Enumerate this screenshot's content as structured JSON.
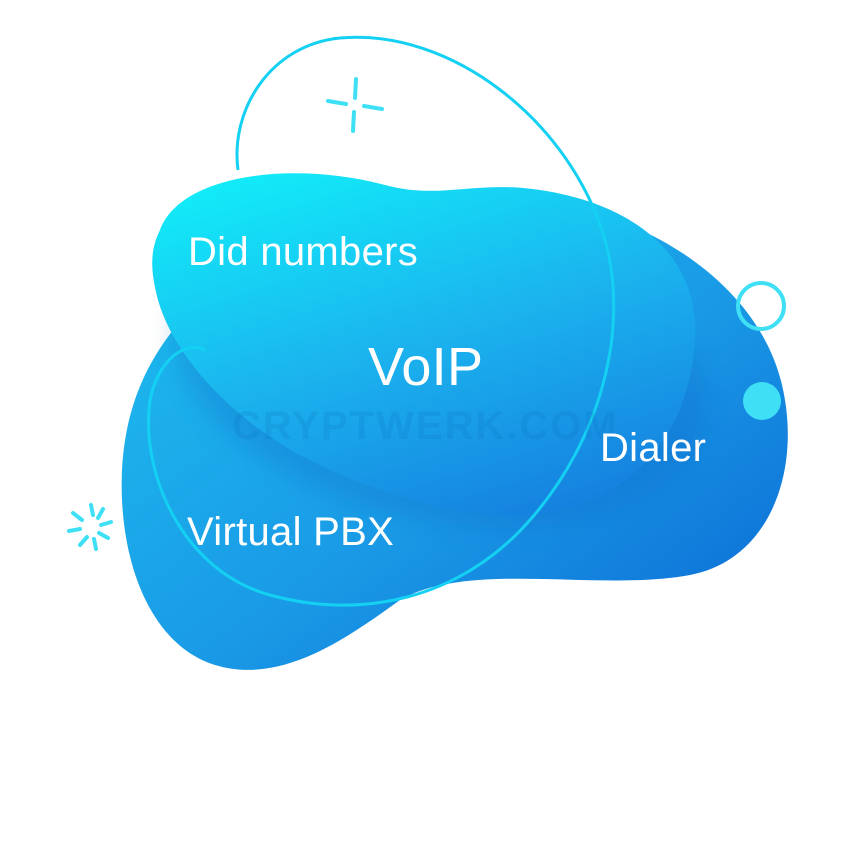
{
  "labels": {
    "did_numbers": "Did numbers",
    "voip": "VoIP",
    "dialer": "Dialer",
    "virtual_pbx": "Virtual PBX"
  },
  "watermark": "CRYPTWERK.COM",
  "icons": [
    "plus-sparkle-icon",
    "burst-icon",
    "ring-icon",
    "dot-icon"
  ],
  "colors": {
    "background": "#ffffff",
    "blob_light": "#14e6f6",
    "blob_mid": "#1aa8ea",
    "blob_dark": "#0a6fd6",
    "outline": "#14d0f2",
    "accent": "#3fe0f6",
    "text": "#ffffff"
  }
}
